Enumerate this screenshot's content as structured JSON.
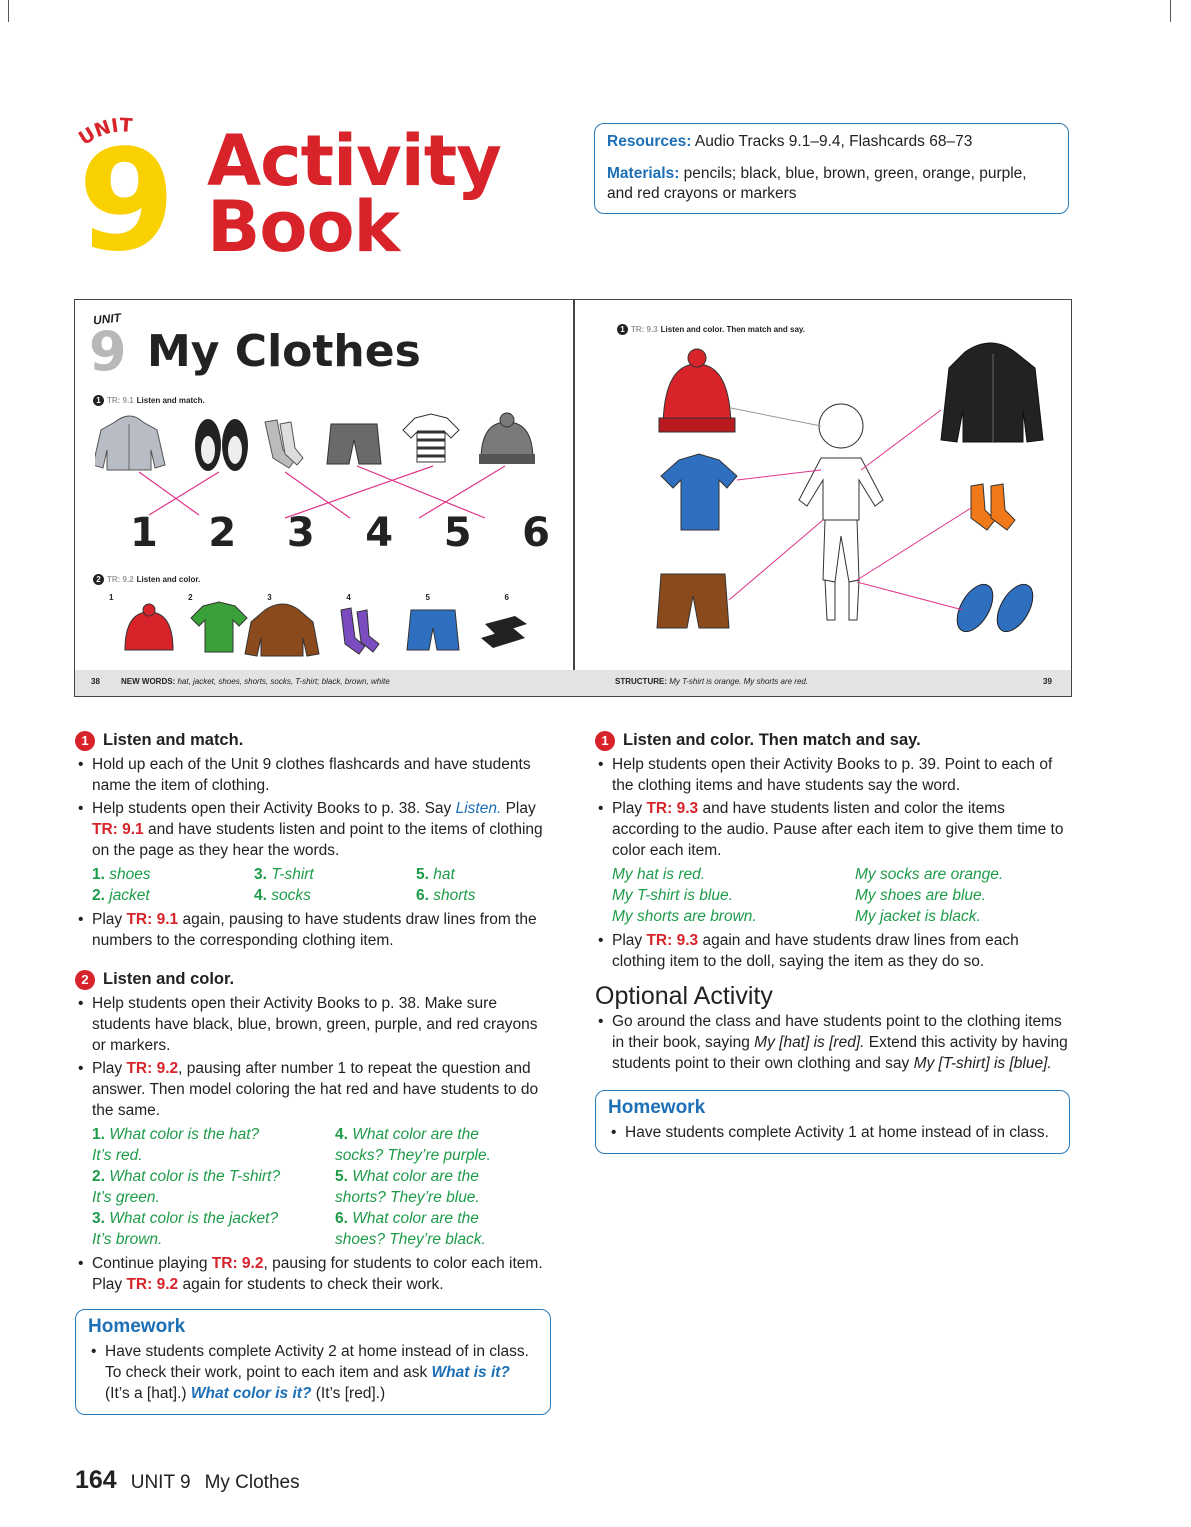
{
  "header": {
    "unit_word": "UNIT",
    "unit_number": "9",
    "title_line1": "Activity",
    "title_line2": "Book",
    "resources_label": "Resources:",
    "resources_text": " Audio Tracks 9.1–9.4, Flashcards 68–73",
    "materials_label": "Materials:",
    "materials_text": " pencils; black, blue, brown, green, orange, purple, and red crayons or markers"
  },
  "spread": {
    "unit_word": "UNIT",
    "unit_number": "9",
    "title": "My Clothes",
    "left": {
      "act1_num": "1",
      "act1_track": "TR: 9.1",
      "act1_text": "Listen and match.",
      "numbers": [
        "1",
        "2",
        "3",
        "4",
        "5",
        "6"
      ],
      "act2_num": "2",
      "act2_track": "TR: 9.2",
      "act2_text": "Listen and color.",
      "small_numbers": [
        "1",
        "2",
        "3",
        "4",
        "5",
        "6"
      ],
      "page_num": "38",
      "footer_label": "NEW WORDS:",
      "footer_text": " hat, jacket, shoes, shorts, socks, T-shirt; black, brown, white"
    },
    "right": {
      "act_num": "1",
      "act_track": "TR: 9.3",
      "act_text": "Listen and color. Then match and say.",
      "page_num": "39",
      "footer_label": "STRUCTURE:",
      "footer_text": " My T-shirt is orange. My shorts are red."
    },
    "colors": {
      "red": "#d8232a",
      "blue": "#2f6fc0",
      "green": "#3aa03a",
      "brown": "#8a4a1c",
      "purple": "#7a4cc0",
      "orange": "#f07a1a",
      "gray": "#9a9a9a",
      "line": "#e0338a"
    }
  },
  "left_col": {
    "a1": {
      "num": "1",
      "title": "Listen and match.",
      "b1": "Hold up each of the Unit 9 clothes flashcards and have students name the item of clothing.",
      "b2_pre": "Help students open their Activity Books to p. 38. Say ",
      "b2_say": "Listen.",
      "b2_mid": " Play ",
      "b2_tr": "TR: 9.1",
      "b2_post": " and have students listen and point to the items of clothing on the page as they hear the words.",
      "answers": [
        {
          "n": "1.",
          "w": " shoes"
        },
        {
          "n": "3.",
          "w": " T-shirt"
        },
        {
          "n": "5.",
          "w": " hat"
        },
        {
          "n": "2.",
          "w": " jacket"
        },
        {
          "n": "4.",
          "w": " socks"
        },
        {
          "n": "6.",
          "w": " shorts"
        }
      ],
      "b3_pre": "Play ",
      "b3_tr": "TR: 9.1",
      "b3_post": " again, pausing to have students draw lines from the numbers to the corresponding clothing item."
    },
    "a2": {
      "num": "2",
      "title": "Listen and color.",
      "b1": "Help students open their Activity Books to p. 38. Make sure students have black, blue, brown, green, purple, and red crayons or markers.",
      "b2_pre": "Play ",
      "b2_tr": "TR: 9.2",
      "b2_post": ", pausing after number 1 to repeat the question and answer. Then model coloring the hat red and have students to do the same.",
      "qa": [
        {
          "n": "1.",
          "q": " What color is the hat?",
          "a": "It’s red."
        },
        {
          "n": "4.",
          "q": " What color are the",
          "a": "socks? They’re purple."
        },
        {
          "n": "2.",
          "q": " What color is the T-shirt?",
          "a": "It’s green."
        },
        {
          "n": "5.",
          "q": " What color are the",
          "a": "shorts? They’re blue."
        },
        {
          "n": "3.",
          "q": " What color is the jacket?",
          "a": "It’s brown."
        },
        {
          "n": "6.",
          "q": " What color are the",
          "a": "shoes? They’re black."
        }
      ],
      "b3_pre": "Continue playing ",
      "b3_tr": "TR: 9.2",
      "b3_mid": ", pausing for students to color each item. Play ",
      "b3_tr2": "TR: 9.2",
      "b3_post": " again for students to check their work."
    },
    "hw": {
      "title": "Homework",
      "t1": "Have students complete Activity 2 at home instead of in class. To check their work, point to each item and ask ",
      "q1": "What is it?",
      "t2": " (It’s a [hat].) ",
      "q2": "What color is it?",
      "t3": " (It’s [red].)"
    }
  },
  "right_col": {
    "a1": {
      "num": "1",
      "title": "Listen and color. Then match and say.",
      "b1": "Help students open their Activity Books to p. 39. Point to each of the clothing items and have students say the word.",
      "b2_pre": "Play ",
      "b2_tr": "TR: 9.3",
      "b2_post": " and have students listen and color the items according to the audio. Pause after each item to give them time to color each item.",
      "sentences": [
        "My hat is red.",
        "My socks are orange.",
        "My T-shirt is blue.",
        "My shoes are blue.",
        "My shorts are brown.",
        "My jacket is black."
      ],
      "b3_pre": "Play ",
      "b3_tr": "TR: 9.3",
      "b3_post": " again and have students draw lines from each clothing item to the doll, saying the item as they do so."
    },
    "opt": {
      "title": "Optional Activity",
      "t1": "Go around the class and have students point to the clothing items in their book, saying ",
      "i1": "My [hat] is [red].",
      "t2": " Extend this activity by having students point to their own clothing and say ",
      "i2": "My [T-shirt] is [blue]."
    },
    "hw": {
      "title": "Homework",
      "text": "Have students complete Activity 1 at home instead of in class."
    }
  },
  "footer": {
    "page": "164",
    "unit": "UNIT 9",
    "title": "My Clothes"
  }
}
